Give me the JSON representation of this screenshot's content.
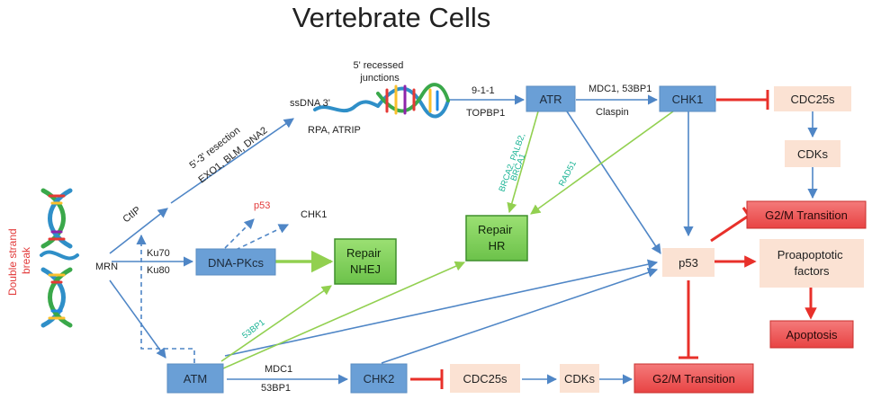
{
  "title": "Vertebrate Cells",
  "colors": {
    "blue_node": "#6a9fd6",
    "blue_node_stroke": "#5b8dc2",
    "peach_node": "#fbe2d3",
    "red_node": "#f05b5b",
    "red_node_stroke": "#c8302e",
    "green_node": "#7ed05a",
    "green_node_stroke": "#3f8f2c",
    "blue_arrow": "#4f86c6",
    "green_arrow": "#92d050",
    "red_inhibit": "#e8302a",
    "teal_label": "#19b394",
    "red_label": "#e23b3b"
  },
  "dsb_label": [
    "Double strand",
    "break"
  ],
  "nodes": {
    "atr": "ATR",
    "chk1_top": "CHK1",
    "cdc25s_top": "CDC25s",
    "cdks_top": "CDKs",
    "g2m_right": "G2/M Transition",
    "dnapkcs": "DNA-PKcs",
    "repair_nhej": [
      "Repair",
      "NHEJ"
    ],
    "repair_hr": [
      "Repair",
      "HR"
    ],
    "p53": "p53",
    "proapoptotic": [
      "Proapoptotic",
      "factors"
    ],
    "apoptosis": "Apoptosis",
    "atm": "ATM",
    "chk2": "CHK2",
    "cdc25s_bottom": "CDC25s",
    "cdks_bottom": "CDKs",
    "g2m_bottom": "G2/M Transition"
  },
  "labels": {
    "mrn": "MRN",
    "ctip": "CtIP",
    "ku70": "Ku70",
    "ku80": "Ku80",
    "resection_1": "5'-3' resection",
    "resection_2": "EXO1, BLM, DNA2",
    "ssdna": "ssDNA 3'",
    "recessed": [
      "5' recessed",
      "junctions"
    ],
    "rpa": "RPA, ATRIP",
    "nine11": "9-1-1",
    "topbp1": "TOPBP1",
    "mdc1_53bp1_top": "MDC1, 53BP1",
    "claspin": "Claspin",
    "p53_small": "p53",
    "chk1_small": "CHK1",
    "brca_1": "BRCA2, PALB2,",
    "brca_2": "BRCA1",
    "rad51": "RAD51",
    "bp1_53": "53BP1",
    "mdc1_bottom": "MDC1",
    "bp1_53_bottom": "53BP1"
  }
}
